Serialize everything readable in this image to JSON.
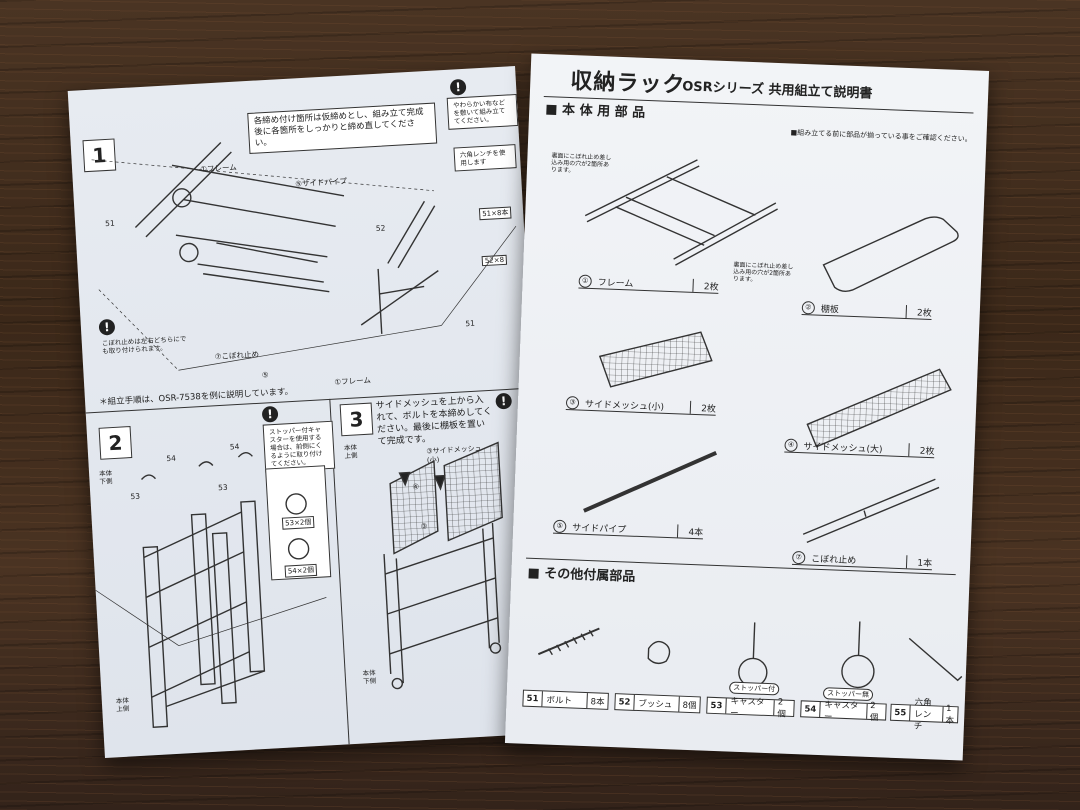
{
  "left": {
    "step1": {
      "number": "1",
      "note": "各締め付け箇所は仮締めとし、組み立て完成後に各箇所をしっかりと締め直してください。",
      "side_note": "やわらかい布などを敷いて組み立ててください。",
      "wrench_note": "六角レンチを使用します",
      "labels": {
        "frame_top": "①フレーム",
        "side_pipe": "⑤サイドパイプ",
        "kobore": "⑦こぼれ止め",
        "frame_bottom": "①フレーム",
        "five": "⑤",
        "p51": "51",
        "p52": "52",
        "p51b": "51"
      },
      "warn_note": "こぼれ止めは左右どちらにでも取り付けられます。",
      "bolt_tag": "51×8本",
      "bush_tag": "52×8"
    },
    "footnote": "＊組立手順は、OSR-7538を例に説明しています。",
    "step2": {
      "number": "2",
      "note": "ストッパー付キャスターを使用する場合は、前側にくるように取り付けてください。",
      "labels": {
        "p54a": "54",
        "p54b": "54",
        "p53a": "53",
        "p53b": "53",
        "top_side": "本体下側",
        "bottom_side": "本体上側"
      },
      "caster_tag_1": "53×2個",
      "caster_tag_2": "54×2個"
    },
    "step3": {
      "number": "3",
      "note": "サイドメッシュを上から入れて、ボルトを本締めしてください。最後に棚板を置いて完成です。",
      "labels": {
        "top": "本体上側",
        "mesh": "③サイドメッシュ(小)",
        "four": "④",
        "three": "③",
        "bottom": "本体下側"
      }
    }
  },
  "right": {
    "title": "収納ラック",
    "subtitle": "OSRシリーズ 共用組立て説明書",
    "section_main": "■ 本 体 用 部 品",
    "check_note": "■組み立てる前に部品が揃っている事をご確認ください。",
    "frame_note_left": "裏面にこぼれ止め差し込み用の穴が2箇所あります。",
    "frame_note_right": "裏面にこぼれ止め差し込み用の穴が2箇所あります。",
    "parts": [
      {
        "num": "①",
        "name": "フレーム",
        "qty": "2枚"
      },
      {
        "num": "②",
        "name": "棚板",
        "qty": "2枚"
      },
      {
        "num": "③",
        "name": "サイドメッシュ(小)",
        "qty": "2枚"
      },
      {
        "num": "④",
        "name": "サイドメッシュ(大)",
        "qty": "2枚"
      },
      {
        "num": "⑤",
        "name": "サイドパイプ",
        "qty": "4本"
      },
      {
        "num": "⑦",
        "name": "こぼれ止め",
        "qty": "1本"
      }
    ],
    "section_other": "■ その他付属部品",
    "stopper_with": "ストッパー付",
    "stopper_without": "ストッパー無",
    "accessories": [
      {
        "num": "51",
        "name": "ボルト",
        "qty": "8本"
      },
      {
        "num": "52",
        "name": "ブッシュ",
        "qty": "8個"
      },
      {
        "num": "53",
        "name": "キャスター",
        "qty": "2個"
      },
      {
        "num": "54",
        "name": "キャスター",
        "qty": "2個"
      },
      {
        "num": "55",
        "name": "六角レンチ",
        "qty": "1本"
      }
    ]
  }
}
